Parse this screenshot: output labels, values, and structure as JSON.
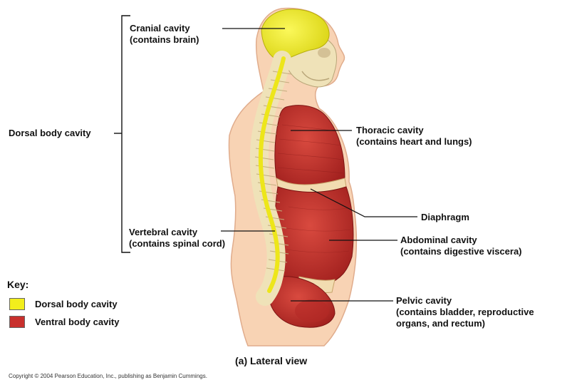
{
  "labels": {
    "cranial": [
      "Cranial cavity",
      "(contains brain)"
    ],
    "dorsal": [
      "Dorsal body cavity"
    ],
    "thoracic": [
      "Thoracic cavity",
      "(contains heart and lungs)"
    ],
    "diaphragm": [
      "Diaphragm"
    ],
    "vertebral": [
      "Vertebral cavity",
      "(contains spinal cord)"
    ],
    "abdominal": [
      "Abdominal cavity",
      "(contains digestive viscera)"
    ],
    "pelvic": [
      "Pelvic cavity",
      "(contains bladder, reproductive",
      "organs, and rectum)"
    ]
  },
  "key": {
    "title": "Key:",
    "items": [
      {
        "label": "Dorsal body cavity",
        "color": "#f2ee1c"
      },
      {
        "label": "Ventral body cavity",
        "color": "#c8302d"
      }
    ]
  },
  "caption": "(a) Lateral view",
  "copyright": "Copyright © 2004 Pearson Education, Inc., publishing as Benjamin Cummings.",
  "colors": {
    "skin": "#f8d3b4",
    "skin_outline": "#e0ac8c",
    "dorsal": "#f2ee1c",
    "ventral": "#c8302d",
    "bone": "#efe2b8"
  }
}
